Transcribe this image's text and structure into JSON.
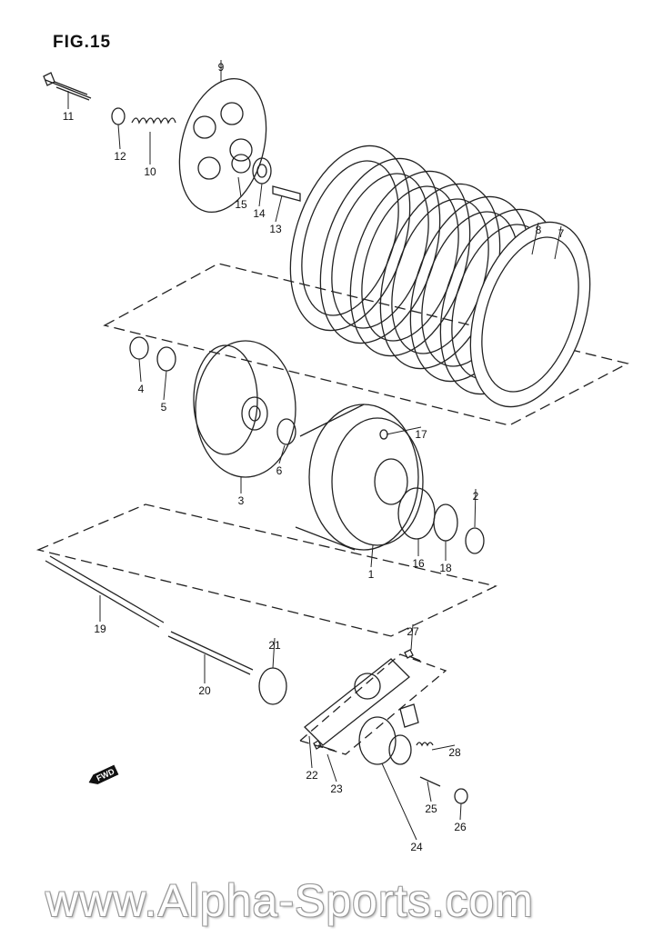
{
  "figure_title": "FIG.15",
  "fwd_label": "FWD",
  "watermark": "www.Alpha-Sports.com",
  "part_labels": [
    "1",
    "2",
    "3",
    "4",
    "5",
    "6",
    "7",
    "8",
    "9",
    "10",
    "11",
    "12",
    "13",
    "14",
    "15",
    "16",
    "17",
    "18",
    "19",
    "20",
    "21",
    "22",
    "23",
    "24",
    "25",
    "26",
    "27",
    "28"
  ]
}
